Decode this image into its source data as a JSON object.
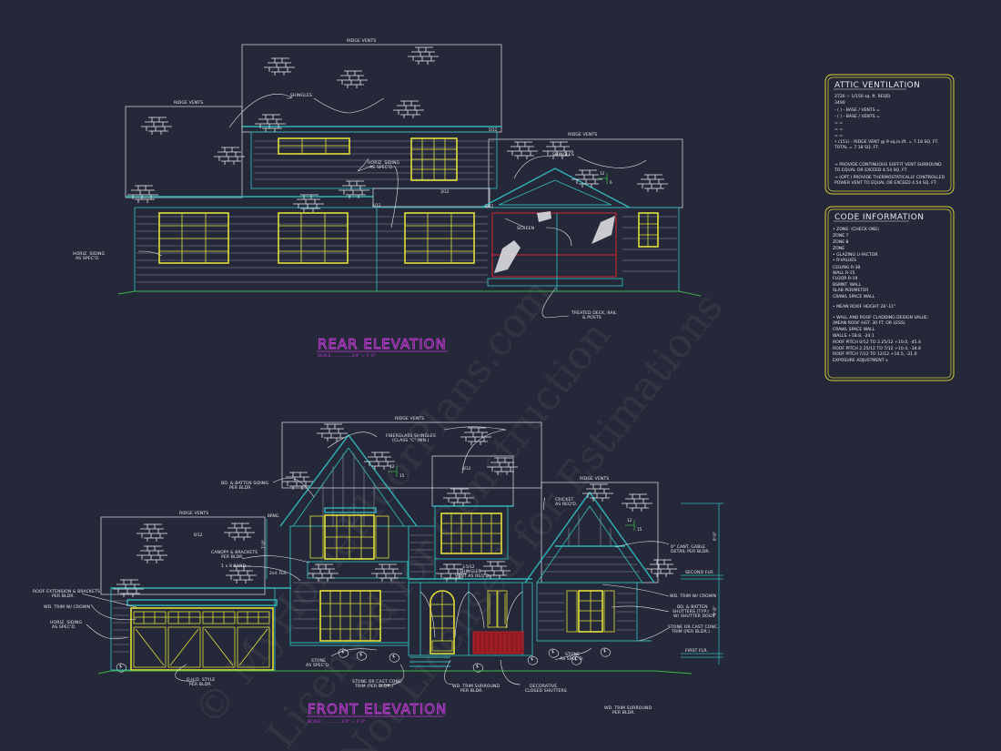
{
  "sheet": {
    "background_color": "#252838",
    "accent_colors": {
      "title_magenta": "#c23ad6",
      "window_yellow": "#e3e03a",
      "fascia_cyan": "#2fb6b8",
      "grade_green": "#3db54a",
      "screen_red": "#d2262e",
      "panel_border": "#d9d13a"
    },
    "watermark": {
      "line1": "© MyHomeFloorPlans.com",
      "line2": "Licensed for Construction",
      "line3": "Not Licensed for Estimations"
    }
  },
  "rear_elevation": {
    "title": "REAR ELEVATION",
    "scale": "SCALE: ..............1/4\" = 1'-0\"",
    "labels": {
      "ridge_vents_upper": "RIDGE VENTS",
      "ridge_vents_left": "RIDGE VENTS",
      "ridge_vents_right": "RIDGE VENTS",
      "shingles_upper": "SHINGLES",
      "shingles_right": "SHINGLES",
      "horiz_siding_left_1": "HORIZ. SIDING",
      "horiz_siding_left_2": "AS SPEC'D.",
      "horiz_siding_mid_1": "HORIZ. SIDING",
      "horiz_siding_mid_2": "AS SPEC'D.",
      "screen": "SCREEN",
      "deck_1": "TREATED DECK, RAIL",
      "deck_2": "& POSTS",
      "pitch_a": "3/12",
      "pitch_b": "3/12",
      "pitch_c": "5/12",
      "pitch_d": "5/12",
      "slope_rise": "12",
      "slope_run": "6"
    }
  },
  "front_elevation": {
    "title": "FRONT ELEVATION",
    "scale": "SCALE: ..............1/4\" = 1'-0\"",
    "labels": {
      "ridge_vents_main": "RIDGE VENTS",
      "ridge_vents_left": "RIDGE VENTS",
      "ridge_vents_right": "RIDGE VENTS",
      "fiberglass_1": "FIBERGLASS SHINGLES",
      "fiberglass_2": "(CLASS \"C\" MIN.)",
      "bb_siding_1": "BD. & BATTEN SIDING",
      "bb_siding_2": "PER BLDR.",
      "canopy_1": "CANOPY & BRACKETS",
      "canopy_2": "PER BLDR.",
      "band": "1 x 8 BAND",
      "brng": "BRNG.",
      "second_flr_small": "2nd. FLR.",
      "pitch_garage": "6/12",
      "pitch_dormer": "8/12",
      "pitch_porch": "3.5/12",
      "slope_a_rise": "12",
      "slope_a_run": "15",
      "slope_b_rise": "12",
      "slope_b_run": "15",
      "shingles_vent_1": "SHINGLES",
      "shingles_vent_2": "VENT AS REQ'D.",
      "cricket_1": "CRICKET",
      "cricket_2": "AS REQ'D.",
      "gable_1": "6\" CANT. GABLE",
      "gable_2": "DETAIL PER BLDR.",
      "second_flr": "SECOND FLR.",
      "first_flr": "FIRST FLR.",
      "dim_upper": "9'-0\"",
      "dim_lower": "9'-0\"",
      "dim_left": "7'-0\"",
      "trim_crown_r": "WD. TRIM W/ CROWN",
      "bb_shutters_1": "BD. & BATTEN",
      "bb_shutters_2": "SHUTTERS (TYP.)",
      "bb_shutters_3": "W/ SHUTTER DOGS",
      "stone_cast_r_1": "STONE OR CAST CONC.",
      "stone_cast_r_2": "TRIM (PER BLDR.)",
      "roof_ext_1": "ROOF EXTENSION & BRACKETS",
      "roof_ext_2": "PER BLDR.",
      "trim_crown_l": "WD. TRIM W/ CROWN",
      "horiz_siding_1": "HORIZ. SIDING",
      "horiz_siding_2": "AS SPEC'D.",
      "ohd_1": "O.H.D. STYLE",
      "ohd_2": "PER BLDR.",
      "stone_l_1": "STONE",
      "stone_l_2": "AS SPEC'D.",
      "stone_cast_1": "STONE OR CAST CONC.",
      "stone_cast_2": "TRIM (PER BLDR.)",
      "trim_surround_1": "WD. TRIM SURROUND",
      "trim_surround_2": "PER BLDR.",
      "decorative_1": "DECORATIVE",
      "decorative_2": "CLOSED SHUTTERS",
      "stone_r_1": "STONE",
      "stone_r_2": "AS SPEC'D.",
      "trim_surround_far_1": "WD. TRIM SURROUND",
      "trim_surround_far_2": "PER BLDR."
    }
  },
  "attic_ventilation": {
    "title": "ATTIC VENTILATION",
    "lines": [
      "2726 ÷ 1/150 sq. ft. REQD.",
      "3490",
      "- (   ) -          BASE    /    VENTS   =",
      "- (   ) -          BASE    /    VENTS   =",
      "=                                                   =",
      "=                                                   =",
      "=                                                   =",
      "• (151) - RIDGE VENT @ 9 sq.in./ft.   =  7.18 SQ. FT.",
      "                                  TOTAL   =  7.18 SQ. FT.",
      "→ PROVIDE CONTINUOUS SOFFIT VENT SURROUND",
      "    TO EQUAL OR EXCEED  4.54 SQ. FT.",
      "→ (OPT.) PROVIDE THERMOSTATICALLY CONTROLLED",
      "    POWER VENT TO EQUAL OR EXCEED 4.54 SQ. FT."
    ]
  },
  "code_information": {
    "title": "CODE INFORMATION",
    "lines": [
      "• ZONE: (CHECK ONE)",
      "      ZONE 7",
      "      ZONE 8",
      "      ZONE",
      "• GLAZING U-FACTOR",
      "• R-VALUES",
      "      CEILING               R-38",
      "      WALL                   R-15",
      "      FLOOR                 R-19",
      "      BSMNT. WALL",
      "      SLAB PERIMETER",
      "      CRAWL SPACE WALL",
      "• MEAN ROOF HEIGHT  26'-11\"",
      "• WALL AND ROOF CLADDING DESIGN VALUE:",
      "  (MEAN ROOF HGT. 30 FT. OR LESS)",
      "      CRAWL SPACE WALL",
      "      WALLS                          +18.8, -24.1",
      "      ROOF PITCH 0/12 TO 2.25/12    +10.0, -45.4",
      "      ROOF PITCH 2.25/12 TO 7/12    +10.4, -34.8",
      "      ROOF PITCH 7/12 TO 12/12      +16.5, -21.0",
      "      EXPOSURE ADJUSTMENT           x"
    ]
  }
}
